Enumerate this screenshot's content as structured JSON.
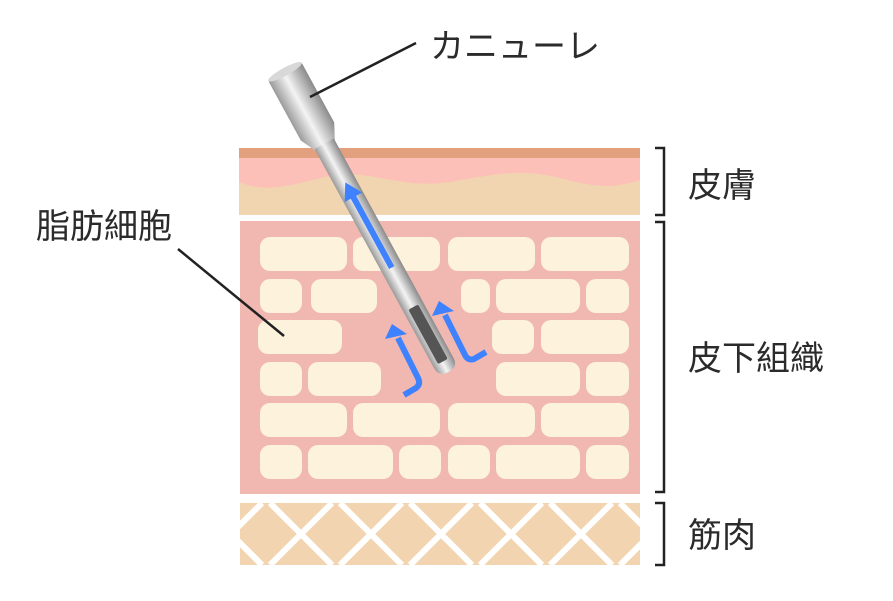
{
  "labels": {
    "cannula": "カニューレ",
    "skin": "皮膚",
    "fat_cells": "脂肪細胞",
    "subcutaneous": "皮下組織",
    "muscle": "筋肉"
  },
  "colors": {
    "epidermis": "#e3a07f",
    "dermis_pink": "#fdc0b8",
    "dermis_tan": "#f1d4b0",
    "subcutaneous": "#f0b8b0",
    "fat_cell": "#fdf2dc",
    "muscle": "#f2d4b0",
    "arrow": "#3f82ff"
  }
}
